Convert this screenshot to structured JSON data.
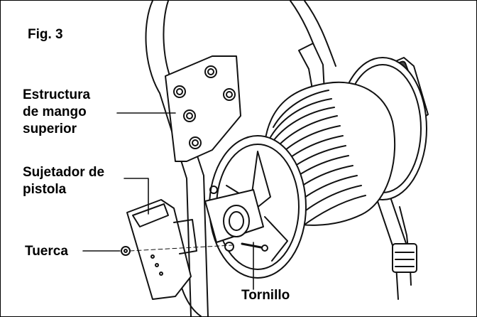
{
  "figure": {
    "title": "Fig. 3",
    "labels": {
      "estructura": [
        "Estructura",
        "de mango",
        "superior"
      ],
      "sujetador": [
        "Sujetador de",
        "pistola"
      ],
      "tuerca": "Tuerca",
      "tornillo": "Tornillo"
    }
  }
}
